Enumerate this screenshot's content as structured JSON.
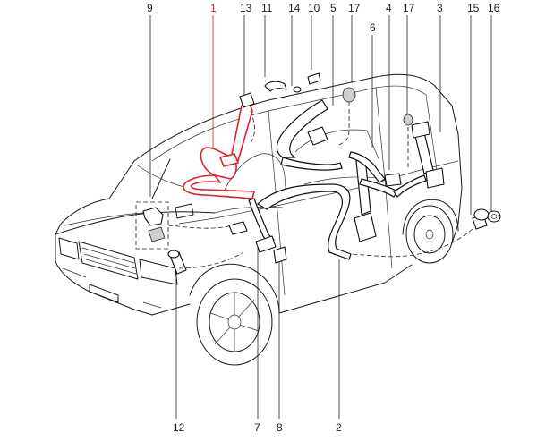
{
  "callouts": {
    "c1": "1",
    "c2": "2",
    "c3": "3",
    "c4": "4",
    "c5": "5",
    "c6": "6",
    "c7": "7",
    "c8": "8",
    "c9": "9",
    "c10": "10",
    "c11": "11",
    "c12": "12",
    "c13": "13",
    "c14": "14",
    "c15": "15",
    "c16": "16",
    "c17a": "17",
    "c17b": "17"
  },
  "colors": {
    "highlight": "#e0202a",
    "line": "#1a1a1a",
    "background": "#ffffff"
  }
}
